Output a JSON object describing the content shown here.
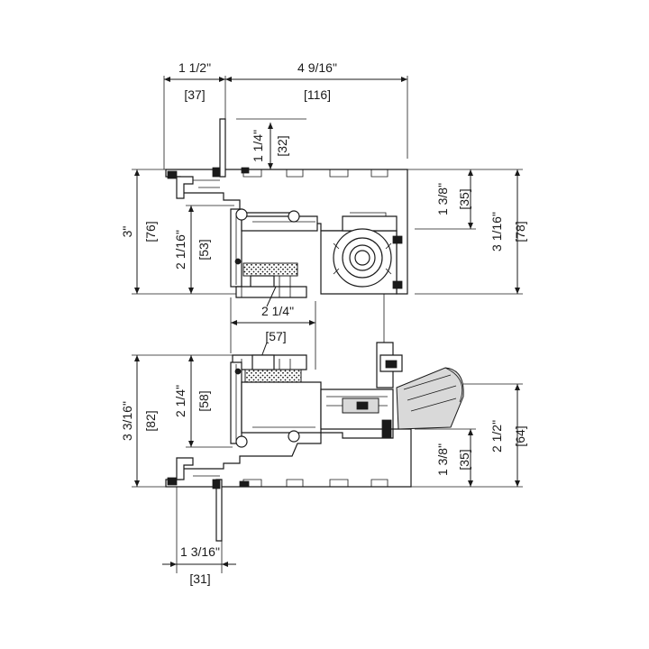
{
  "dimensions": {
    "top_width_left_imp": "1 1/2\"",
    "top_width_left_mm": "[37]",
    "top_width_right_imp": "4 9/16\"",
    "top_width_right_mm": "[116]",
    "top_flange_imp": "1 1/4\"",
    "top_flange_mm": "[32]",
    "head_height_imp": "3\"",
    "head_height_mm": "[76]",
    "head_inner_imp": "2 1/16\"",
    "head_inner_mm": "[53]",
    "head_right_small_imp": "1 3/8\"",
    "head_right_small_mm": "[35]",
    "head_right_total_imp": "3 1/16\"",
    "head_right_total_mm": "[78]",
    "mid_width_imp": "2 1/4\"",
    "mid_width_mm": "[57]",
    "sill_height_imp": "3 3/16\"",
    "sill_height_mm": "[82]",
    "sill_inner_imp": "2 1/4\"",
    "sill_inner_mm": "[58]",
    "sill_right_small_imp": "1 3/8\"",
    "sill_right_small_mm": "[35]",
    "sill_right_total_imp": "2 1/2\"",
    "sill_right_total_mm": "[64]",
    "bottom_width_imp": "1 3/16\"",
    "bottom_width_mm": "[31]"
  }
}
